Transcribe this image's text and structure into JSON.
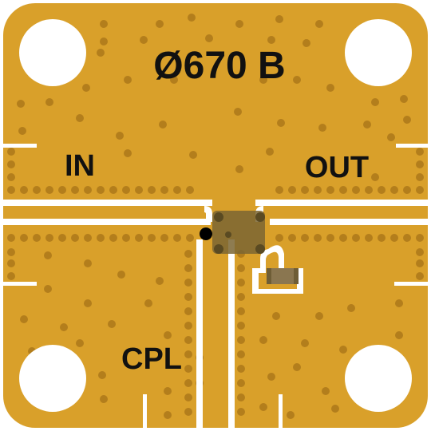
{
  "board": {
    "part_number": "Ø670 B",
    "port_in_label": "IN",
    "port_out_label": "OUT",
    "port_cpl_label": "CPL"
  },
  "colors": {
    "substrate_white": "#ffffff",
    "gold_plating": "#d9a02a",
    "gold_edge": "#c48c1e",
    "via_fill": "#b37e1c",
    "silkscreen": "#111111",
    "component_body": "#7a6533",
    "resistor_body": "#8a7650",
    "pin1_dot": "#000000",
    "gap_white": "#ffffff"
  },
  "icons": {
    "mounting_hole": "mounting-hole-icon",
    "via": "via-icon",
    "coupler_chip": "coupler-chip-icon",
    "termination_resistor": "resistor-icon",
    "pin1_marker": "pin1-dot-icon"
  }
}
